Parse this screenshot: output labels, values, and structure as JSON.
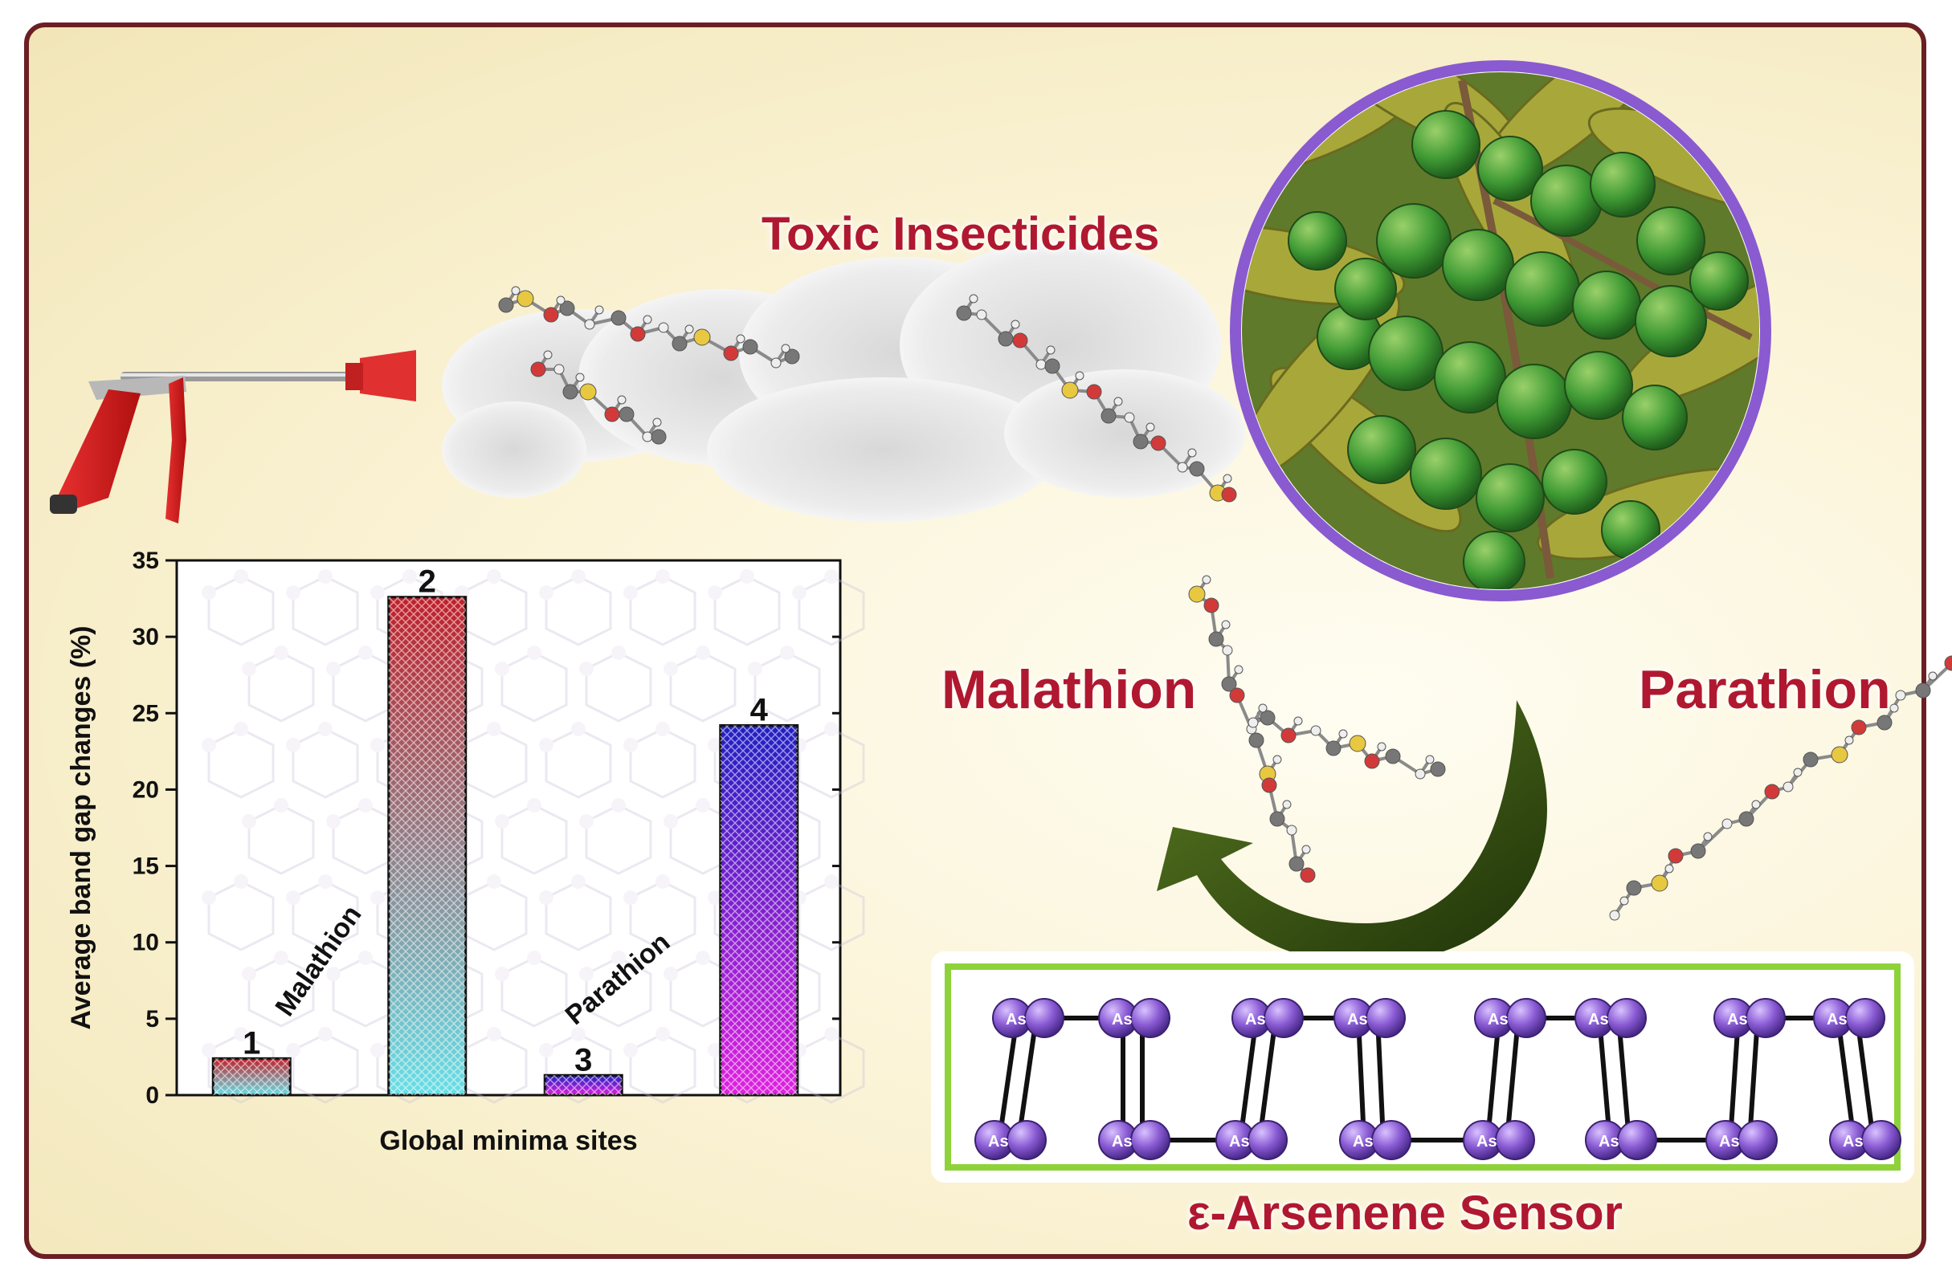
{
  "labels": {
    "toxic_insecticides": "Toxic Insecticides",
    "malathion": "Malathion",
    "parathion": "Parathion",
    "sensor": "ε-Arsenene Sensor",
    "atom_as": "As"
  },
  "chart_data": {
    "type": "bar",
    "xlabel": "Global minima sites",
    "ylabel": "Average band gap changes (%)",
    "ylim": [
      0,
      35
    ],
    "yticks": [
      0,
      5,
      10,
      15,
      20,
      25,
      30,
      35
    ],
    "bars": [
      {
        "label": "1",
        "value": 2.4,
        "top_color": "#c0202a",
        "bottom_color": "#66e0e8"
      },
      {
        "label": "2",
        "value": 32.6,
        "top_color": "#c0202a",
        "bottom_color": "#66e0e8"
      },
      {
        "label": "3",
        "value": 1.3,
        "top_color": "#2020c0",
        "bottom_color": "#e020e0"
      },
      {
        "label": "4",
        "value": 24.2,
        "top_color": "#2020c0",
        "bottom_color": "#e020e0"
      }
    ],
    "annotations": [
      "Malathion",
      "Parathion"
    ]
  },
  "colors": {
    "title_red": "#b01830",
    "frame": "#6b1f24",
    "ring": "#8a5ad0",
    "sensor_border": "#8ed23a",
    "arrow": "#2f4a12",
    "atom": "#8a5bd4"
  }
}
